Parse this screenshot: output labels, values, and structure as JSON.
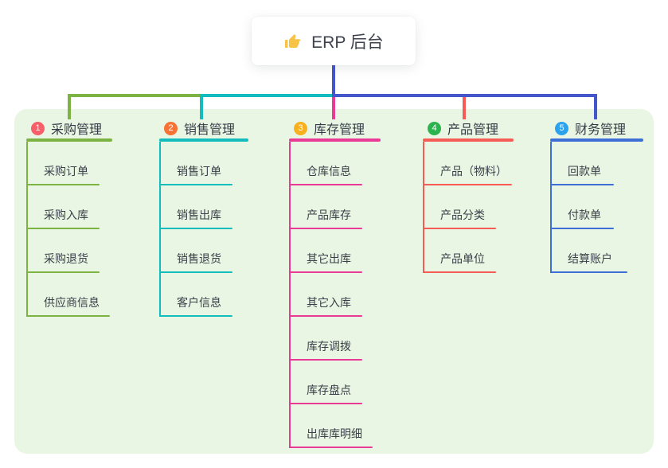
{
  "canvas": {
    "background": "#ffffff",
    "panel_color": "#e9f6e3"
  },
  "root": {
    "label": "ERP 后台",
    "icon": "thumbs-up-icon",
    "icon_color": "#f6c344"
  },
  "branches": [
    {
      "badge": "1",
      "badge_color": "#f75f69",
      "line_color": "#7cb342",
      "connector_color": "#7cb342",
      "title": "采购管理",
      "children": [
        "采购订单",
        "采购入库",
        "采购退货",
        "供应商信息"
      ]
    },
    {
      "badge": "2",
      "badge_color": "#f77234",
      "line_color": "#13bdbd",
      "connector_color": "#13bdbd",
      "title": "销售管理",
      "children": [
        "销售订单",
        "销售出库",
        "销售退货",
        "客户信息"
      ]
    },
    {
      "badge": "3",
      "badge_color": "#f9b01e",
      "line_color": "#e93b95",
      "connector_color": "#e93b95",
      "title": "库存管理",
      "children": [
        "仓库信息",
        "产品库存",
        "其它出库",
        "其它入库",
        "库存调拨",
        "库存盘点",
        "出库库明细"
      ]
    },
    {
      "badge": "4",
      "badge_color": "#2bb44e",
      "line_color": "#f75b55",
      "connector_color": "#f75b55",
      "title": "产品管理",
      "children": [
        "产品（物料）",
        "产品分类",
        "产品单位"
      ]
    },
    {
      "badge": "5",
      "badge_color": "#2da2ec",
      "line_color": "#3d6fd6",
      "connector_color": "#4356cc",
      "title": "财务管理",
      "children": [
        "回款单",
        "付款单",
        "结算账户"
      ]
    }
  ]
}
